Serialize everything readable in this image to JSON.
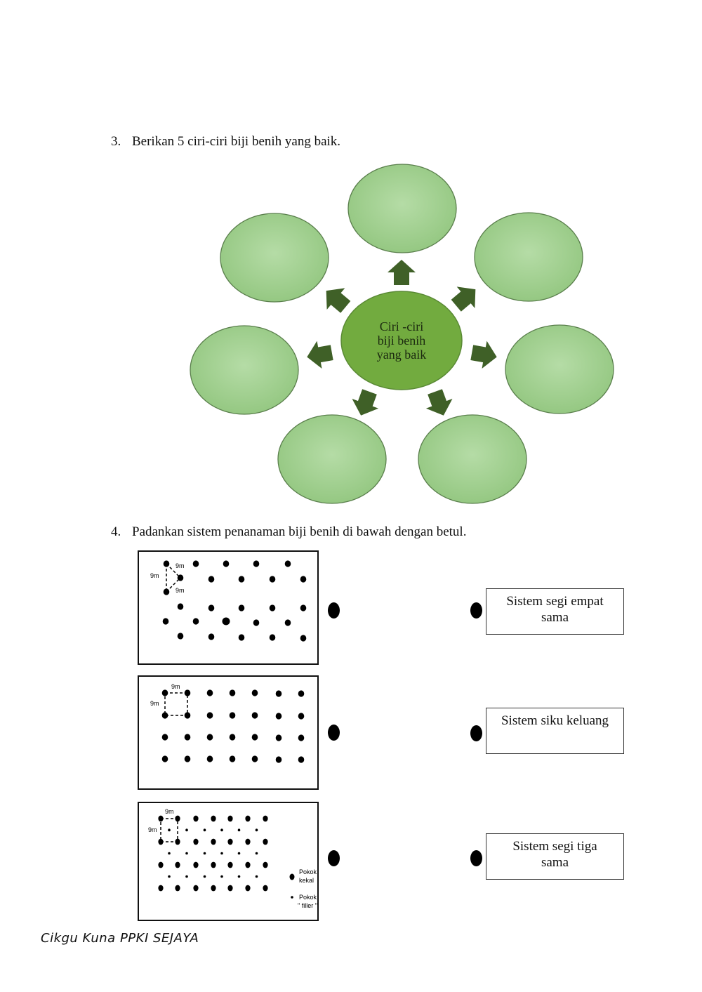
{
  "question3": {
    "number": "3.",
    "text": "Berikan 5 ciri-ciri biji benih yang baik."
  },
  "center": {
    "line1": "Ciri  -ciri",
    "line2": "biji benih",
    "line3": "yang baik"
  },
  "colors": {
    "bubble": "#9fcf8c",
    "bubble_edge": "#5a7f4c",
    "center": "#72ab3f",
    "arrow": "#3f6027"
  },
  "question4": {
    "number": "4.",
    "text": "Padankan sistem penanaman biji benih di bawah dengan betul."
  },
  "panels": {
    "p1": {
      "label_h": "9m",
      "label_v": "9m",
      "label_d": "9m"
    },
    "p2": {
      "label_h": "9m",
      "label_v": "9m"
    },
    "p3": {
      "label_h": "9m",
      "label_v": "9m",
      "legend1_a": "Pokok",
      "legend1_b": "kekal",
      "legend2_a": "Pokok",
      "legend2_b": "\" filler \""
    }
  },
  "answers": [
    {
      "line1": "Sistem segi empat",
      "line2": "sama"
    },
    {
      "line1": "Sistem siku keluang",
      "line2": ""
    },
    {
      "line1": "Sistem segi tiga",
      "line2": "sama"
    }
  ],
  "footer": "Cikgu Kuna PPKI SEJAYA"
}
